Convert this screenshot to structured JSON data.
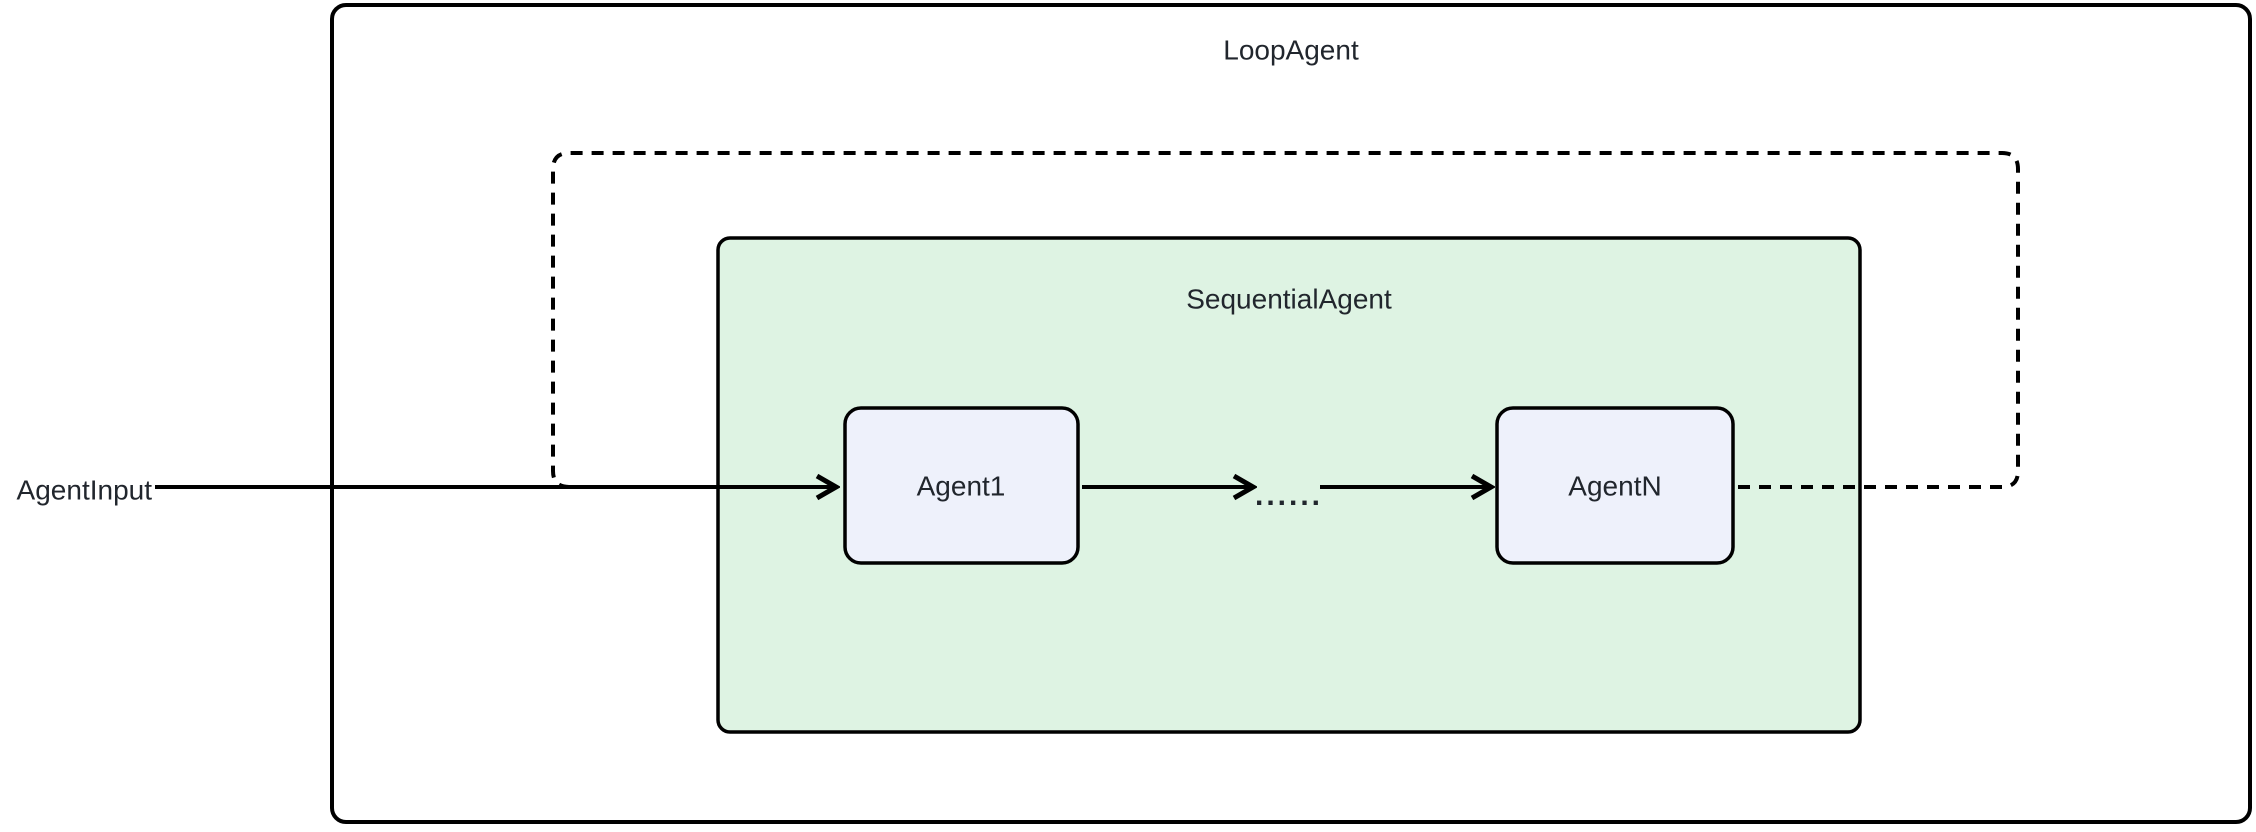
{
  "diagram": {
    "type": "flowchart",
    "containers": {
      "loop": {
        "label": "LoopAgent"
      },
      "sequential": {
        "label": "SequentialAgent"
      }
    },
    "nodes": {
      "agent1": {
        "label": "Agent1"
      },
      "agentN": {
        "label": "AgentN"
      }
    },
    "input": {
      "label": "AgentInput"
    },
    "edges": {
      "ellipsis": "......",
      "loop_back_style": "dashed",
      "forward_style": "solid"
    },
    "colors": {
      "stroke": "#000000",
      "text_color": "#21262d",
      "sequential_bg": "#def3e3",
      "node_bg": "#eef1fb",
      "canvas_bg": "#ffffff"
    }
  }
}
